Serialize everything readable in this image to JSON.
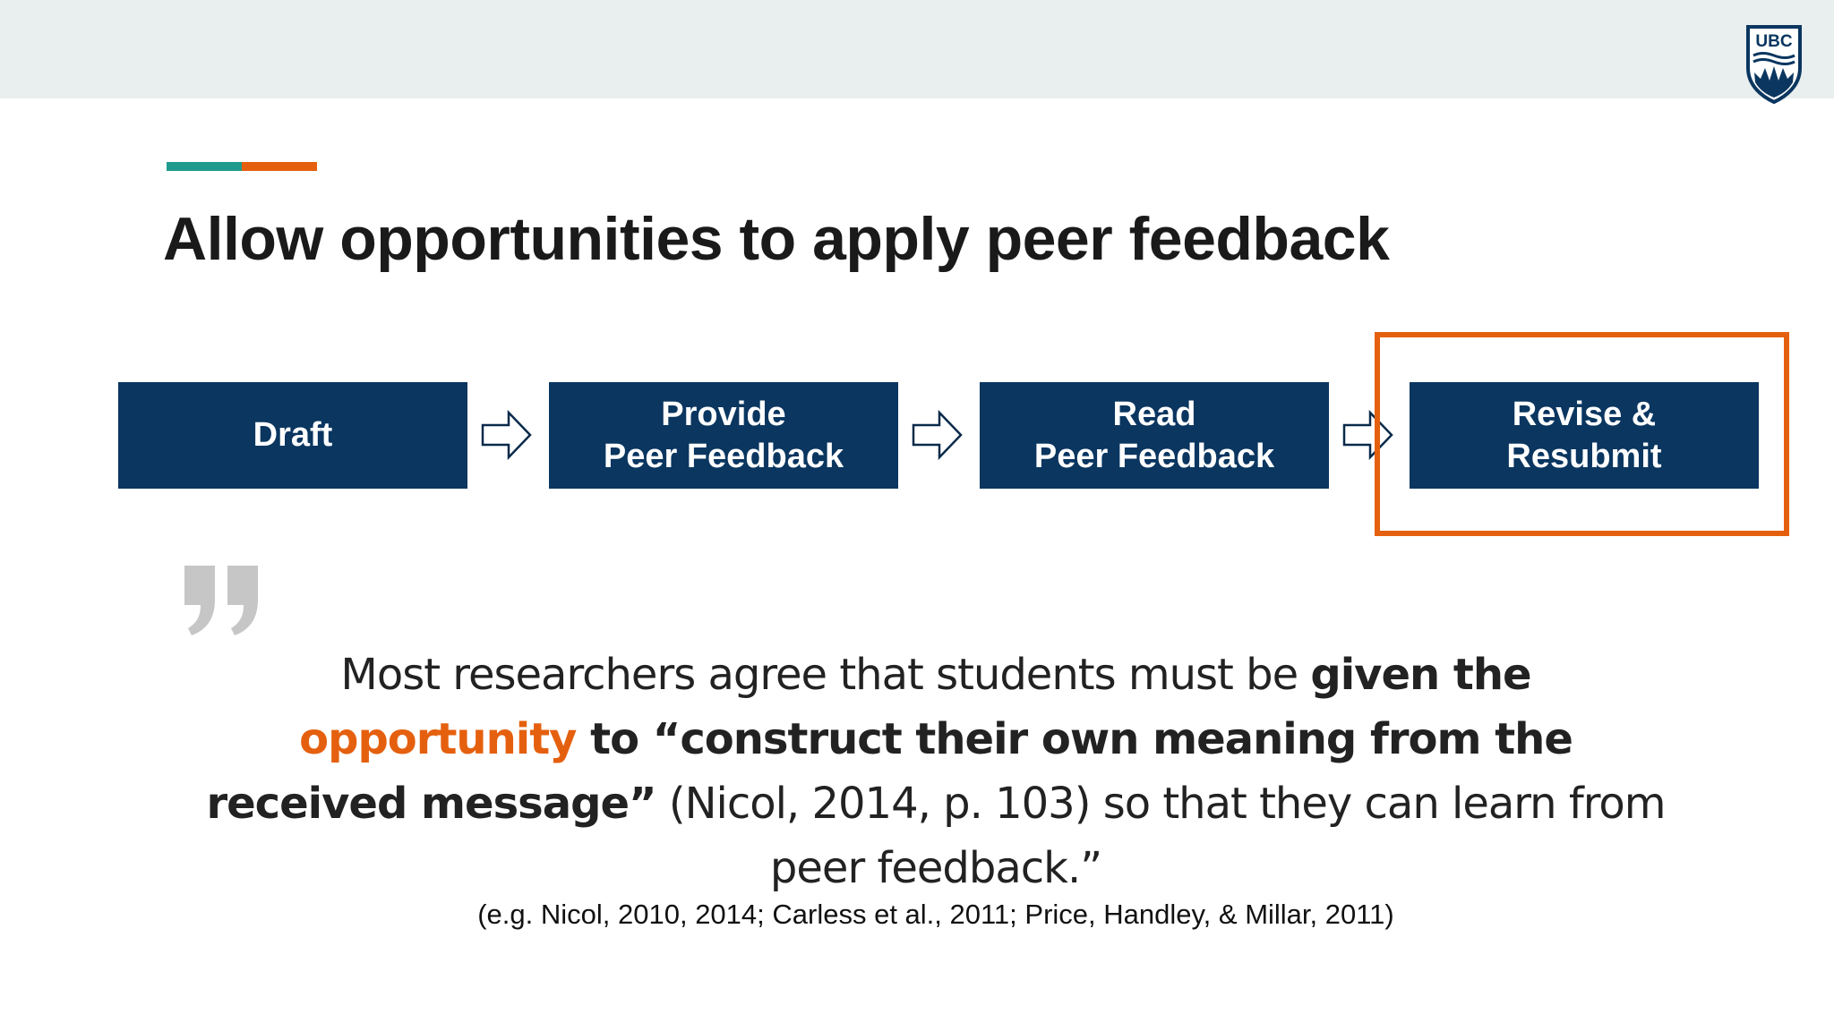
{
  "logo": {
    "text": "UBC",
    "icon": "ubc-crest-icon",
    "color": "#0a3660"
  },
  "accent_colors": {
    "teal": "#1e9b8c",
    "orange": "#e5600e"
  },
  "title": "Allow opportunities to apply peer feedback",
  "process": {
    "steps": [
      {
        "line1": "Draft",
        "line2": ""
      },
      {
        "line1": "Provide",
        "line2": "Peer Feedback"
      },
      {
        "line1": "Read",
        "line2": "Peer Feedback"
      },
      {
        "line1": "Revise &",
        "line2": "Resubmit"
      }
    ],
    "arrow_icon": "right-arrow-outline-icon",
    "step_color": "#0a3660",
    "highlighted_step": "Revise & Resubmit",
    "highlight_color": "#e5600e"
  },
  "quote": {
    "icon": "quotation-mark-icon",
    "part1": "Most researchers agree that students must be ",
    "part2_bold": "given the ",
    "part3_highlight": "opportunity",
    "part4_bold": " to “construct their own meaning from the received message”",
    "part5": " (Nicol, 2014, p. 103) so that they can learn from peer feedback.”"
  },
  "citation": "(e.g. Nicol, 2010, 2014; Carless et al., 2011; Price, Handley, & Millar, 2011)"
}
